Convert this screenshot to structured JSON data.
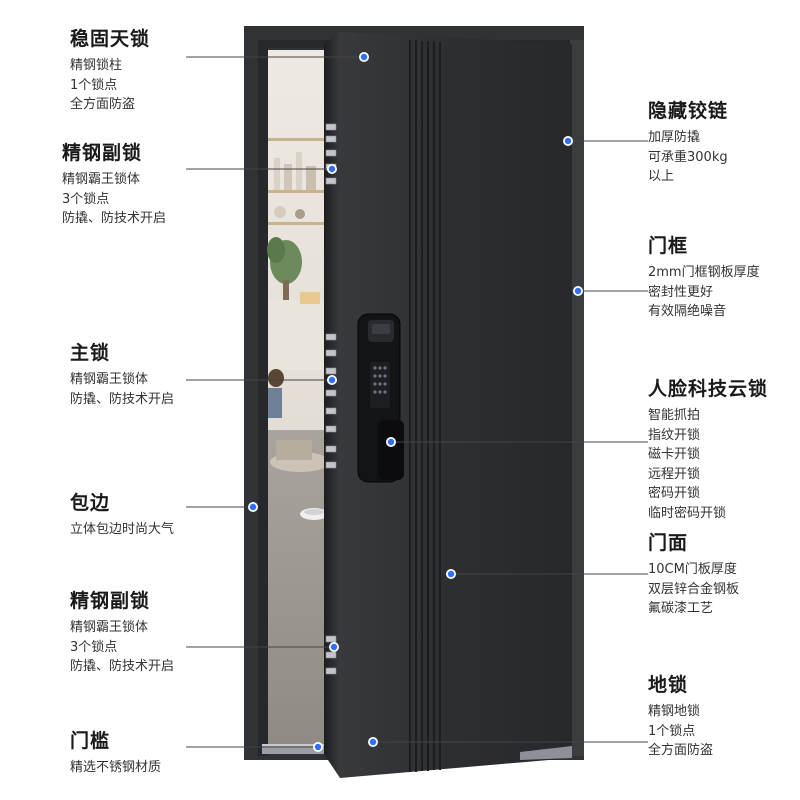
{
  "colors": {
    "door": "#2b2c30",
    "door_grooves": "#1c1d20",
    "frame": "#313236",
    "dot": "#2f6fff",
    "leader": "#444444"
  },
  "callouts": [
    {
      "id": "top-lock",
      "title": "稳固天锁",
      "lines": [
        "精钢锁柱",
        "1个锁点",
        "全方面防盗"
      ]
    },
    {
      "id": "upper-aux-lock",
      "title": "精钢副锁",
      "lines": [
        "精钢霸王锁体",
        "3个锁点",
        "防撬、防技术开启"
      ]
    },
    {
      "id": "main-lock",
      "title": "主锁",
      "lines": [
        "精钢霸王锁体",
        "防撬、防技术开启"
      ]
    },
    {
      "id": "edging",
      "title": "包边",
      "lines": [
        "立体包边时尚大气"
      ]
    },
    {
      "id": "lower-aux-lock",
      "title": "精钢副锁",
      "lines": [
        "精钢霸王锁体",
        "3个锁点",
        "防撬、防技术开启"
      ]
    },
    {
      "id": "threshold",
      "title": "门槛",
      "lines": [
        "精选不锈钢材质"
      ]
    },
    {
      "id": "hinge",
      "title": "隐藏铰链",
      "lines": [
        "加厚防撬",
        "可承重300kg",
        "以上"
      ]
    },
    {
      "id": "door-frame",
      "title": "门框",
      "lines": [
        "2mm门框钢板厚度",
        "密封性更好",
        "有效隔绝噪音"
      ]
    },
    {
      "id": "smart-lock",
      "title": "人脸科技云锁",
      "lines": [
        "智能抓拍",
        "指纹开锁",
        "磁卡开锁",
        "远程开锁",
        "密码开锁",
        "临时密码开锁"
      ]
    },
    {
      "id": "door-panel",
      "title": "门面",
      "lines": [
        "10CM门板厚度",
        "双层锌合金钢板",
        "氟碳漆工艺"
      ]
    },
    {
      "id": "floor-lock",
      "title": "地锁",
      "lines": [
        "精钢地锁",
        "1个锁点",
        "全方面防盗"
      ]
    }
  ]
}
